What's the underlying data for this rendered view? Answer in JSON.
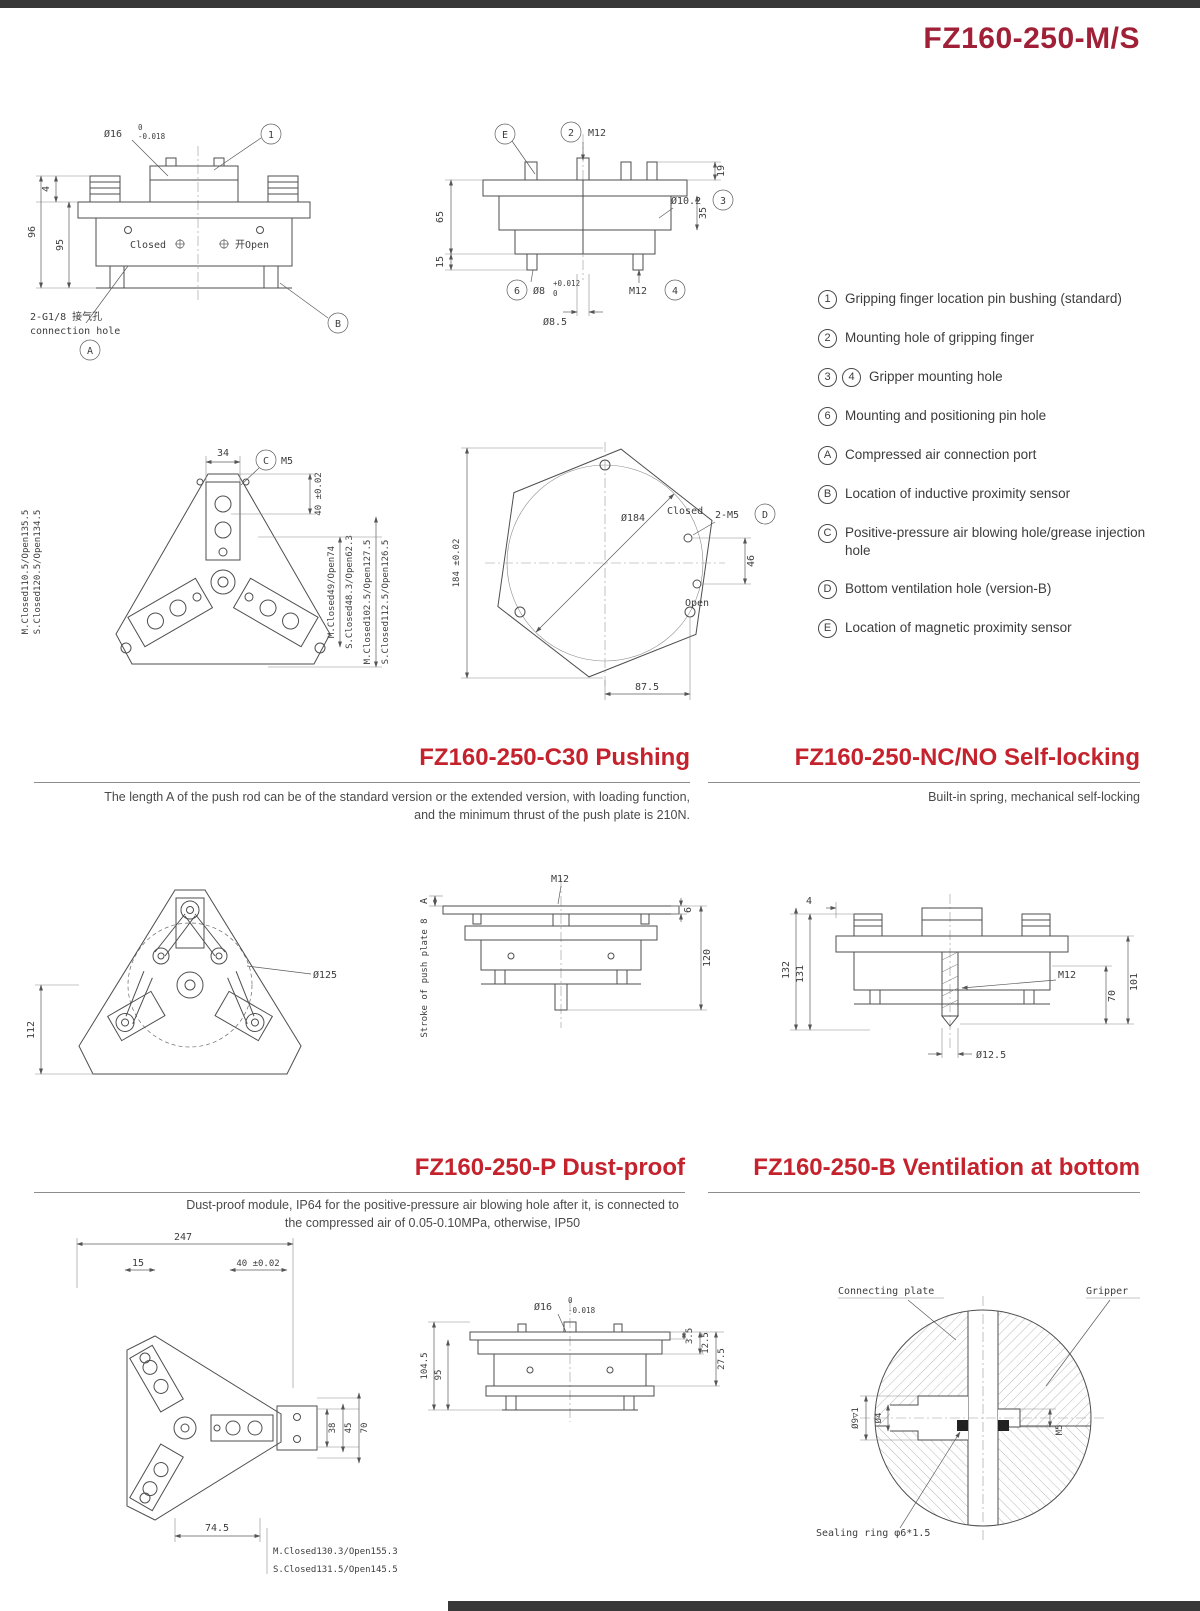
{
  "page": {
    "title": "FZ160-250-M/S"
  },
  "legend": {
    "items": [
      {
        "badges": [
          "1"
        ],
        "text": "Gripping finger location pin bushing (standard)"
      },
      {
        "badges": [
          "2"
        ],
        "text": "Mounting hole of gripping finger"
      },
      {
        "badges": [
          "3",
          "4"
        ],
        "text": "Gripper mounting hole"
      },
      {
        "badges": [
          "6"
        ],
        "text": "Mounting and positioning pin hole"
      },
      {
        "badges": [
          "A"
        ],
        "text": "Compressed air connection port"
      },
      {
        "badges": [
          "B"
        ],
        "text": "Location of inductive proximity sensor"
      },
      {
        "badges": [
          "C"
        ],
        "text": "Positive-pressure air blowing hole/grease injection hole"
      },
      {
        "badges": [
          "D"
        ],
        "text": "Bottom ventilation hole (version-B)"
      },
      {
        "badges": [
          "E"
        ],
        "text": "Location of magnetic proximity sensor"
      }
    ]
  },
  "sections": {
    "c30": {
      "title": "FZ160-250-C30 Pushing",
      "desc": "The length A of the push rod can be of the standard version or the extended version, with loading function, and the minimum thrust of the push plate is 210N."
    },
    "nc": {
      "title": "FZ160-250-NC/NO Self-locking",
      "desc": "Built-in spring, mechanical self-locking"
    },
    "p": {
      "title": "FZ160-250-P Dust-proof",
      "desc": "Dust-proof module, IP64 for the positive-pressure air blowing hole after it, is connected to the compressed air of 0.05-0.10MPa, otherwise, IP50"
    },
    "b": {
      "title": "FZ160-250-B Ventilation at bottom"
    }
  },
  "drawA": {
    "dia16": "Ø16",
    "tolHi": "0",
    "tolLo": "-0.018",
    "c1": "1",
    "d4": "4",
    "d96": "96",
    "d95": "95",
    "closed": "Closed",
    "open": "开Open",
    "portCn": "2-G1/8 接气孔",
    "portEn": "connection hole",
    "cA": "A",
    "cB": "B"
  },
  "drawB": {
    "cE": "E",
    "c2": "2",
    "m12Top": "M12",
    "d19": "19",
    "d65": "65",
    "dia102": "Ø10.2",
    "c3": "3",
    "d35": "35",
    "d15": "15",
    "c6": "6",
    "dia8": "Ø8",
    "tolHi": "+0.012",
    "tolLo": "0",
    "m12Bot": "M12",
    "c4": "4",
    "dia85": "Ø8.5"
  },
  "drawC": {
    "d34": "34",
    "cC": "C",
    "m5": "M5",
    "d40": "40 ±0.02",
    "leftM": "M.Closed110.5/Open135.5",
    "leftS": "S.Closed120.5/Open134.5",
    "r1M": "M.Closed49/Open74",
    "r1S": "S.Closed48.3/Open62.3",
    "r2M": "M.Closed102.5/Open127.5",
    "r2S": "S.Closed112.5/Open126.5"
  },
  "drawD": {
    "dia184": "Ø184",
    "closed": "Closed",
    "m5": "2-M5",
    "cD": "D",
    "d184": "184 ±0.02",
    "d46": "46",
    "open": "Open",
    "d875": "87.5"
  },
  "drawE": {
    "dia125": "Ø125",
    "d112": "112"
  },
  "drawF": {
    "m12": "M12",
    "d6": "6",
    "dA": "A",
    "stroke": "Stroke of push plate 8",
    "d120": "120"
  },
  "drawG": {
    "d4": "4",
    "d132": "132",
    "d131": "131",
    "m12": "M12",
    "d101": "101",
    "d70": "70",
    "dia125": "Ø12.5"
  },
  "drawH": {
    "d247": "247",
    "d15": "15",
    "d40": "40 ±0.02",
    "d38": "38",
    "d45": "45",
    "d70": "70",
    "d745": "74.5",
    "mLine": "M.Closed130.3/Open155.3",
    "sLine": "S.Closed131.5/Open145.5"
  },
  "drawI": {
    "dia16": "Ø16",
    "tolHi": "0",
    "tolLo": "-0.018",
    "d35": "3.5",
    "d125": "12.5",
    "d275": "27.5",
    "d1045": "104.5",
    "d95": "95"
  },
  "drawJ": {
    "plate": "Connecting plate",
    "gripper": "Gripper",
    "dia9": "Ø9▽1",
    "dia4": "Ø4",
    "m5": "M5",
    "seal": "Sealing ring φ6*1.5"
  }
}
